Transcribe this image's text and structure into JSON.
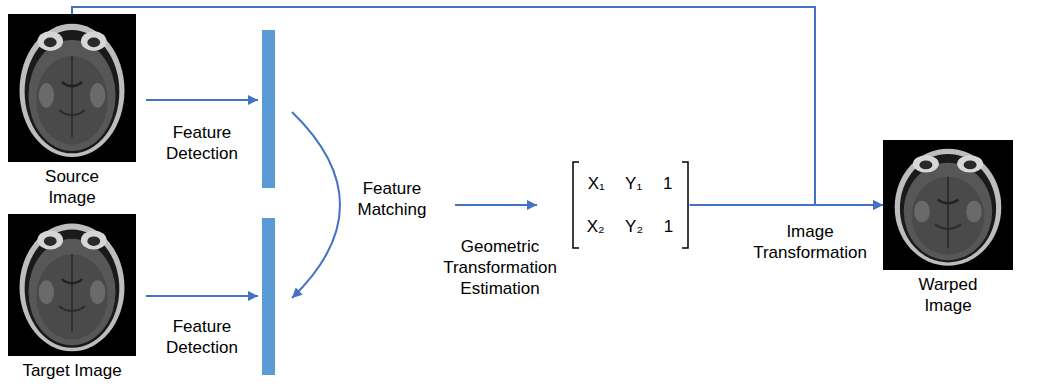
{
  "diagram": {
    "nodes": [
      {
        "text": [
          "Source Image"
        ]
      },
      {
        "text": [
          "Target Image"
        ]
      },
      {
        "text": [
          "X₁ Y₁ 1",
          "X₂ Y₂ 1"
        ]
      },
      {
        "text": [
          "Warped Image"
        ]
      }
    ],
    "edges": [
      {
        "from": 2,
        "to": 3,
        "label": "Image Transformation",
        "arrow": "to"
      },
      {
        "from": 0,
        "to": 3,
        "arrow": "to"
      }
    ],
    "labels": [
      "Feature Detection",
      "Feature Detection",
      "Feature Matching",
      "Geometric Transformation Estimation"
    ]
  }
}
